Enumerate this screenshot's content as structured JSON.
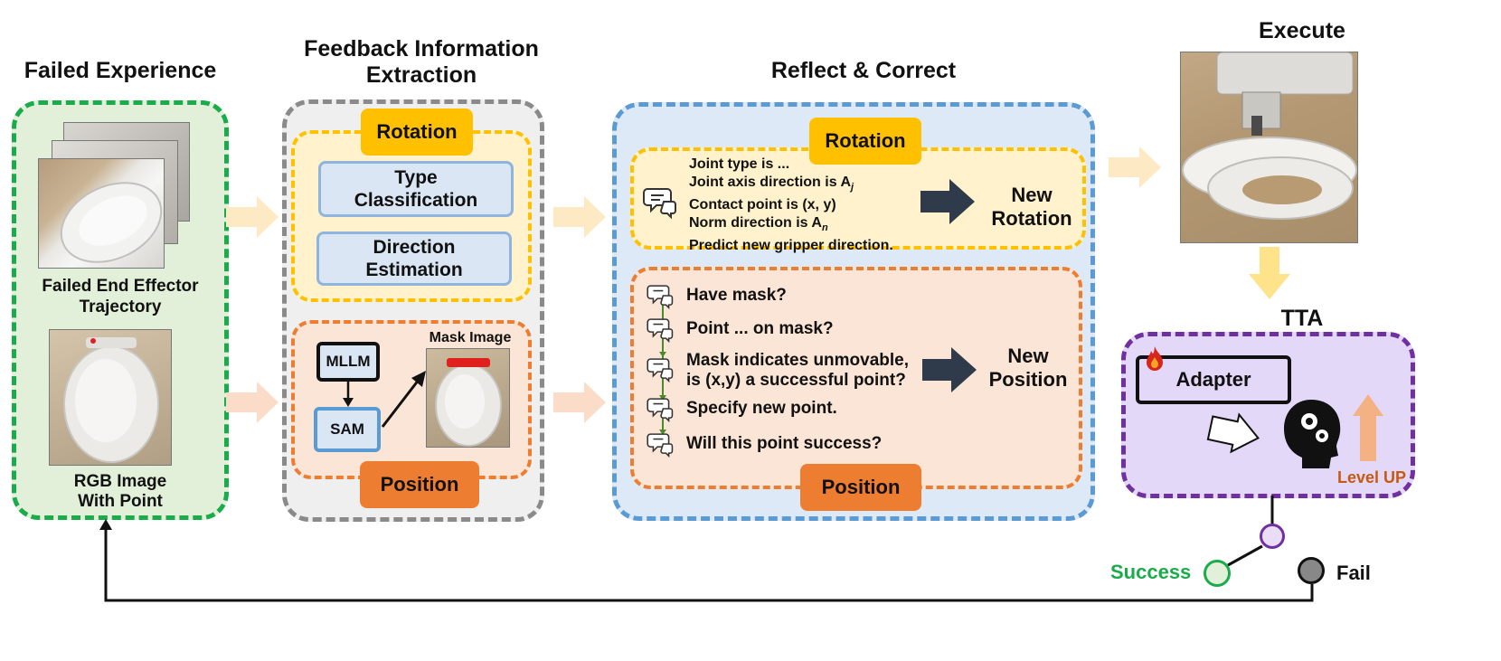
{
  "titles": {
    "failed": "Failed Experience",
    "feedback_line1": "Feedback Information",
    "feedback_line2": "Extraction",
    "reflect": "Reflect & Correct",
    "execute": "Execute",
    "tta": "TTA"
  },
  "failed_panel": {
    "trajectory_line1": "Failed End Effector",
    "trajectory_line2": "Trajectory",
    "rgb_line1": "RGB Image",
    "rgb_line2": "With Point"
  },
  "feedback_panel": {
    "rotation_tag": "Rotation",
    "type_line1": "Type",
    "type_line2": "Classification",
    "direction_line1": "Direction",
    "direction_line2": "Estimation",
    "mllm": "MLLM",
    "sam": "SAM",
    "mask_image": "Mask Image",
    "position_tag": "Position"
  },
  "reflect_panel": {
    "rotation_tag": "Rotation",
    "rotation_lines": [
      "Joint type is ...",
      "Joint axis direction is A",
      "Contact point is (x, y)",
      "Norm direction is A",
      "Predict new gripper direction."
    ],
    "subscript_j": "j",
    "subscript_n": "n",
    "new_rotation_line1": "New",
    "new_rotation_line2": "Rotation",
    "position_questions": [
      "Have mask?",
      "Point ... on mask?",
      "Mask indicates unmovable,",
      "is (x,y) a successful point?",
      "Specify new point.",
      "Will this point success?"
    ],
    "new_position_line1": "New",
    "new_position_line2": "Position",
    "position_tag": "Position"
  },
  "tta_panel": {
    "adapter": "Adapter",
    "level_up": "Level UP"
  },
  "outcomes": {
    "success": "Success",
    "fail": "Fail"
  },
  "colors": {
    "green": "#1aab4b",
    "gray": "#8a8a8a",
    "blue": "#5b9bd5",
    "yellow": "#ffc000",
    "orange": "#ed7d31",
    "purple": "#7030a0",
    "dark_arrow": "#2f3a4a"
  }
}
